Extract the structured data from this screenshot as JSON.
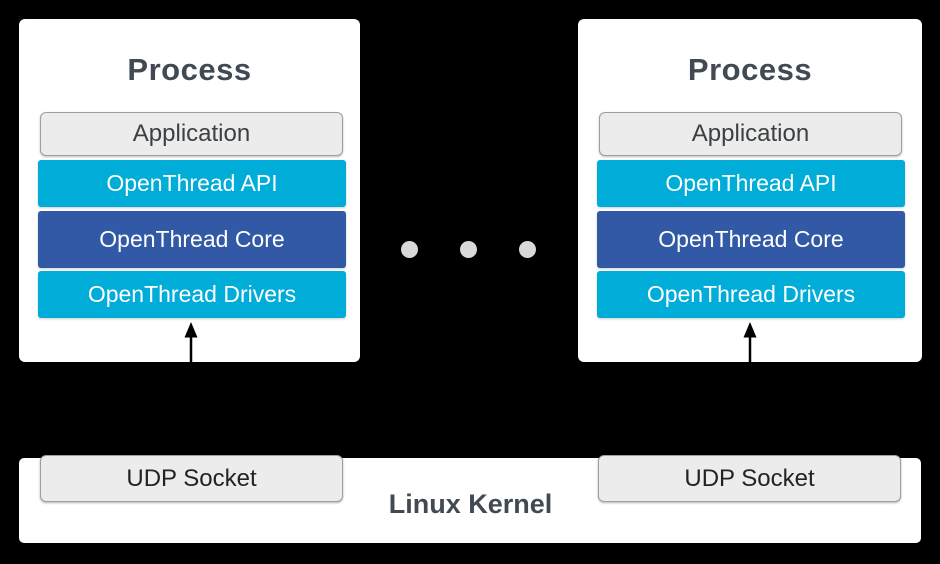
{
  "page": {
    "background": "#000000"
  },
  "colors": {
    "band_cyan": "#00ACD8",
    "band_core_blue": "#3159A5",
    "box_gray_fill": "#ECECEC",
    "box_gray_border": "#9E9E9E",
    "dot_gray": "#D9D9D9",
    "title_text": "#414A52",
    "band_text": "#FFFFFF",
    "arrow_black": "#000000"
  },
  "processes": [
    {
      "title": "Process",
      "layers": {
        "application": "Application",
        "api": "OpenThread API",
        "core": "OpenThread Core",
        "drivers": "OpenThread Drivers"
      }
    },
    {
      "title": "Process",
      "layers": {
        "application": "Application",
        "api": "OpenThread API",
        "core": "OpenThread Core",
        "drivers": "OpenThread Drivers"
      }
    }
  ],
  "ellipsis": {
    "dot_count": 3
  },
  "kernel": {
    "label": "Linux Kernel",
    "left_socket": "UDP Socket",
    "right_socket": "UDP Socket"
  }
}
